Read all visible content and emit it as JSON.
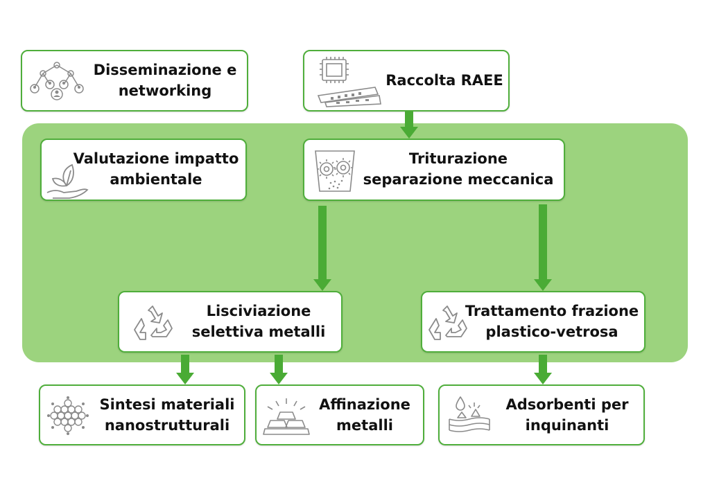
{
  "nodes": {
    "disseminazione": {
      "line1": "Disseminazione e",
      "line2": "networking"
    },
    "raccolta": {
      "line1": "Raccolta RAEE"
    },
    "valutazione": {
      "line1": "Valutazione impatto",
      "line2": "ambientale"
    },
    "triturazione": {
      "line1": "Triturazione",
      "line2": "separazione meccanica"
    },
    "lisciviazione": {
      "line1": "Lisciviazione",
      "line2": "selettiva metalli"
    },
    "trattamento": {
      "line1": "Trattamento frazione",
      "line2": "plastico-vetrosa"
    },
    "sintesi": {
      "line1": "Sintesi materiali",
      "line2": "nanostrutturali"
    },
    "affinazione": {
      "line1": "Affinazione",
      "line2": "metalli"
    },
    "adsorbenti": {
      "line1": "Adsorbenti per",
      "line2": "inquinanti"
    }
  },
  "icons": {
    "disseminazione": "network-people-icon",
    "raccolta": "circuit-chip-icon",
    "valutazione": "leaf-hand-icon",
    "triturazione": "shredder-gears-icon",
    "lisciviazione": "recycle-icon",
    "trattamento": "recycle-icon",
    "sintesi": "nanostructure-icon",
    "affinazione": "gold-bars-icon",
    "adsorbenti": "droplets-sponge-icon"
  },
  "colors": {
    "region": "#9cd37e",
    "border": "#4fae3b",
    "arrow": "#4aab35",
    "icon": "#8a8a8a"
  }
}
